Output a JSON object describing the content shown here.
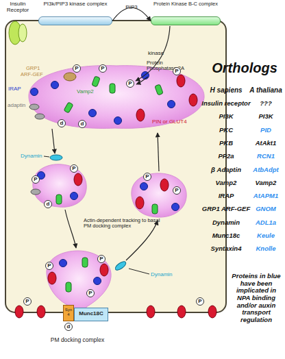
{
  "diagram": {
    "nodes": [
      {
        "text": [
          "Insulin Receptor"
        ]
      },
      {
        "text": [
          "PI3k/PIP3 kinase complex"
        ]
      },
      {
        "text": [
          "Protein Kinase B-C complex"
        ]
      },
      {
        "text": [
          "Munc18C"
        ]
      },
      {
        "text": [
          "Syn 4"
        ]
      }
    ],
    "edges": [
      {
        "from": 1,
        "to": 2,
        "arrow": "to",
        "label": "PIP3"
      }
    ],
    "labels": [
      "GRP1",
      "ARF-GEF",
      "IRAP",
      "Vamp2",
      "adaptin",
      "PIN or GLUT4",
      "kinase",
      "Protein Phosphatase 2A",
      "Dynamin",
      "Actin-dependent tracking to basal PM docking complex",
      "Dynamin",
      "d",
      "PM docking complex",
      "Orthologs",
      "H sapiens",
      "A thaliana",
      "Insulin receptor",
      "???",
      "PI3K",
      "PI3K",
      "PKC",
      "PID",
      "PKB",
      "AtAkt1",
      "PP2a",
      "RCN1",
      "β Adaptin",
      "AtbAdpt",
      "Vamp2",
      "Vamp2",
      "IRAP",
      "AtAPM1",
      "GRP1 ARF-GEF",
      "GNOM",
      "Dynamin",
      "ADL1a",
      "Munc18c",
      "Keule",
      "Syntaxin4",
      "Knolle",
      "Proteins in blue have been implicated in NPA binding and/or auxin transport regulation",
      "P",
      "P",
      "P",
      "P",
      "P",
      "P",
      "P",
      "P",
      "P",
      "P",
      "P",
      "P",
      "P",
      "d",
      "d",
      "d"
    ]
  }
}
